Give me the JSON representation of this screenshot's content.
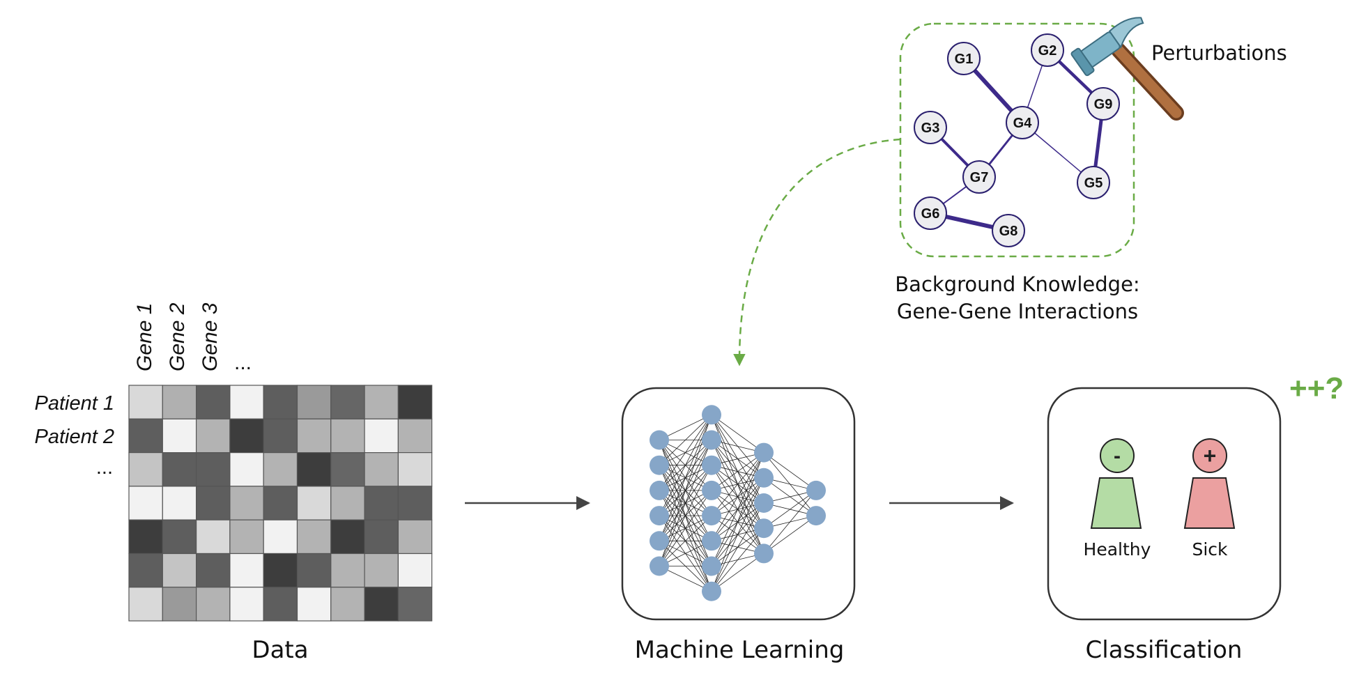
{
  "data_section": {
    "column_headers": [
      "Gene 1",
      "Gene 2",
      "Gene 3",
      "..."
    ],
    "row_labels": [
      "Patient 1",
      "Patient 2",
      "..."
    ],
    "title": "Data",
    "matrix": [
      [
        "#d9d9d9",
        "#b0b0b0",
        "#5e5e5e",
        "#f2f2f2",
        "#5e5e5e",
        "#9a9a9a",
        "#666666",
        "#b3b3b3",
        "#3d3d3d"
      ],
      [
        "#5e5e5e",
        "#f2f2f2",
        "#b3b3b3",
        "#3d3d3d",
        "#5e5e5e",
        "#b3b3b3",
        "#b3b3b3",
        "#f2f2f2",
        "#b3b3b3"
      ],
      [
        "#c4c4c4",
        "#5e5e5e",
        "#5e5e5e",
        "#f2f2f2",
        "#b3b3b3",
        "#3d3d3d",
        "#666666",
        "#b3b3b3",
        "#d9d9d9"
      ],
      [
        "#f2f2f2",
        "#f2f2f2",
        "#5e5e5e",
        "#b3b3b3",
        "#5e5e5e",
        "#d9d9d9",
        "#b3b3b3",
        "#5e5e5e",
        "#5e5e5e"
      ],
      [
        "#3d3d3d",
        "#5e5e5e",
        "#d9d9d9",
        "#b3b3b3",
        "#f2f2f2",
        "#b3b3b3",
        "#3d3d3d",
        "#5e5e5e",
        "#b3b3b3"
      ],
      [
        "#5e5e5e",
        "#c4c4c4",
        "#5e5e5e",
        "#f2f2f2",
        "#3d3d3d",
        "#5e5e5e",
        "#b3b3b3",
        "#b3b3b3",
        "#f2f2f2"
      ],
      [
        "#d9d9d9",
        "#9a9a9a",
        "#b3b3b3",
        "#f2f2f2",
        "#5e5e5e",
        "#f2f2f2",
        "#b3b3b3",
        "#3d3d3d",
        "#666666"
      ]
    ]
  },
  "ml_section": {
    "title": "Machine Learning",
    "layers": [
      6,
      8,
      5,
      2
    ],
    "node_color": "#86a6c8"
  },
  "classification_section": {
    "title": "Classification",
    "healthy": {
      "label": "Healthy",
      "symbol": "-",
      "color": "#b4dca5"
    },
    "sick": {
      "label": "Sick",
      "symbol": "+",
      "color": "#eba0a0"
    },
    "badge": "++?"
  },
  "knowledge_section": {
    "caption_line1": "Background Knowledge:",
    "caption_line2": "Gene-Gene Interactions",
    "perturbations_label": "Perturbations",
    "genes": [
      "G1",
      "G2",
      "G3",
      "G4",
      "G5",
      "G6",
      "G7",
      "G8",
      "G9"
    ],
    "edges": [
      [
        "G1",
        "G4"
      ],
      [
        "G2",
        "G4"
      ],
      [
        "G2",
        "G9"
      ],
      [
        "G9",
        "G5"
      ],
      [
        "G3",
        "G7"
      ],
      [
        "G4",
        "G7"
      ],
      [
        "G4",
        "G5"
      ],
      [
        "G7",
        "G6"
      ],
      [
        "G6",
        "G8"
      ]
    ]
  },
  "colors": {
    "accent_green": "#6aab46",
    "edge_purple": "#3d2a8a",
    "arrow_gray": "#444444"
  }
}
